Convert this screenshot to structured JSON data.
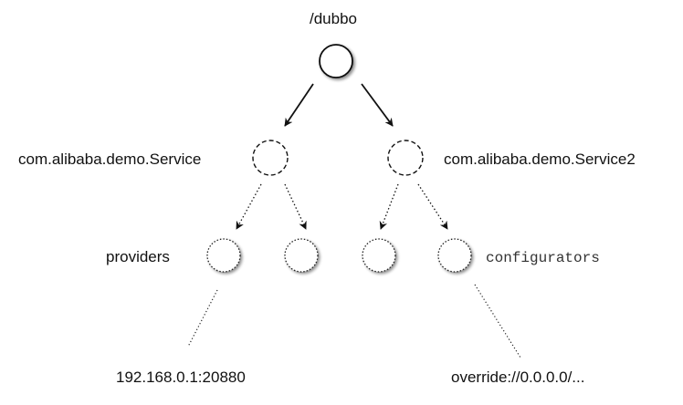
{
  "diagram": {
    "root_label": "/dubbo",
    "service1_label": "com.alibaba.demo.Service",
    "service2_label": "com.alibaba.demo.Service2",
    "providers_label": "providers",
    "configurators_label": "configurators",
    "provider_url": "192.168.0.1:20880",
    "override_url": "override://0.0.0.0/..."
  }
}
